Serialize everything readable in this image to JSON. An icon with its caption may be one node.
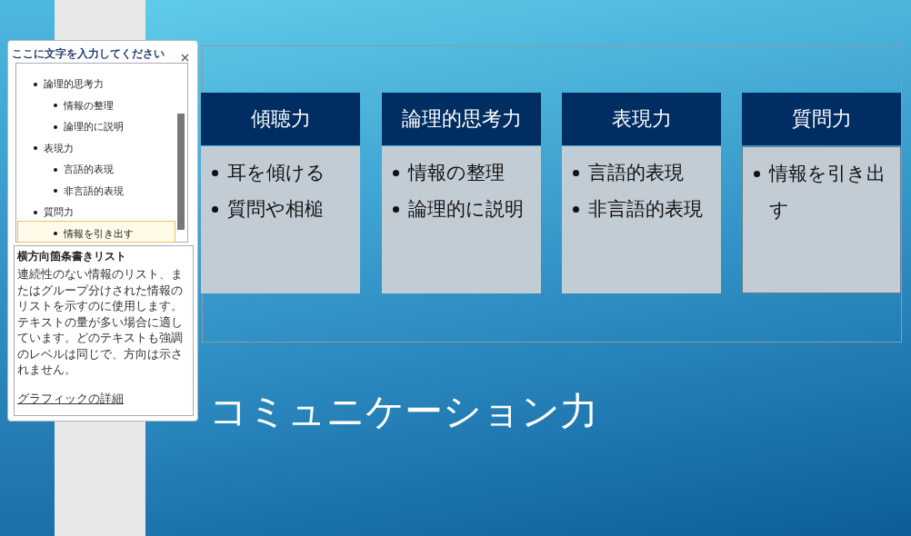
{
  "diagram": {
    "title": "コミュニケーション力",
    "nodes": [
      {
        "text": [
          "傾聴力"
        ]
      },
      {
        "text": [
          "論理的思考力"
        ]
      },
      {
        "text": [
          "表現力"
        ]
      },
      {
        "text": [
          "質問力"
        ]
      },
      {
        "text": [
          "耳を傾ける",
          "質問や相槌"
        ]
      },
      {
        "text": [
          "情報の整理",
          "論理的に説明"
        ]
      },
      {
        "text": [
          "言語的表現",
          "非言語的表現"
        ]
      },
      {
        "text": [
          "情報を引き出す"
        ]
      }
    ],
    "labels": [
      "ここに文字を入力してください",
      "論理的思考力",
      "情報の整理",
      "論理的に説明",
      "表現力",
      "言語的表現",
      "非言語的表現",
      "質問力",
      "情報を引き出す",
      "横方向箇条書きリスト",
      "連続性のない情報のリスト、またはグループ分けされた情報のリストを示すのに使用します。テキストの量が多い場合に適しています。どのテキストも強調のレベルは同じで、方向は示されません。",
      "グラフィックの詳細"
    ]
  }
}
